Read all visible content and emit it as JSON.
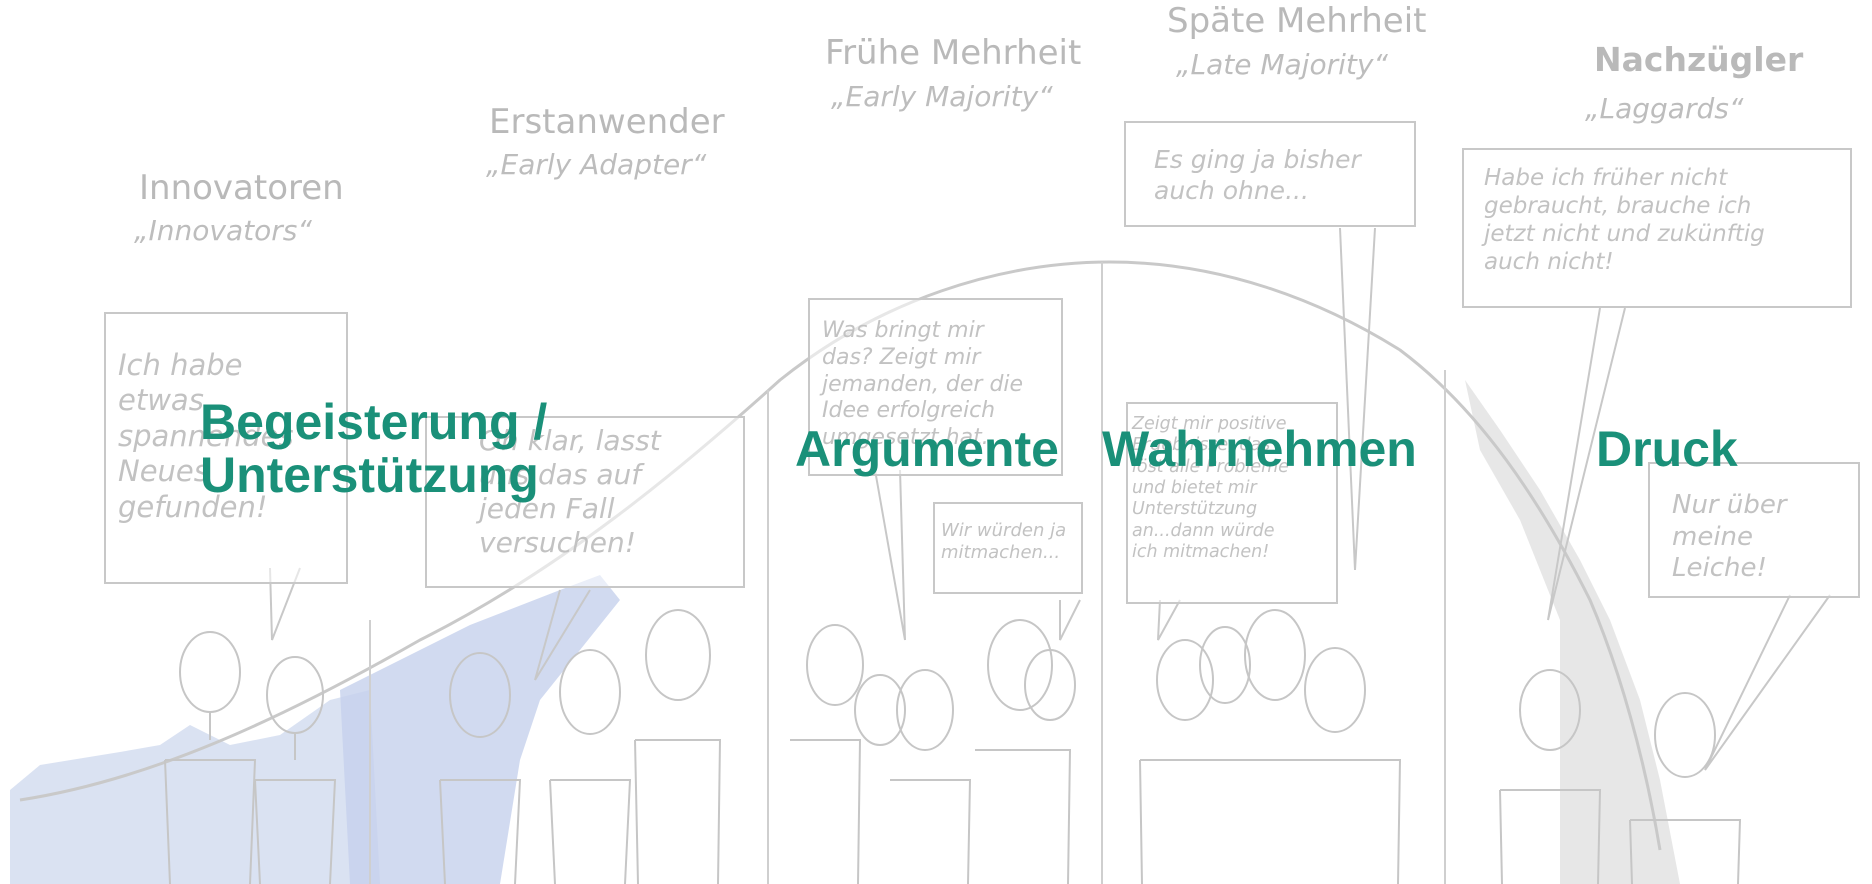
{
  "segments": [
    {
      "title": "Innovatoren",
      "subtitle": "„Innovators“"
    },
    {
      "title": "Erstanwender",
      "subtitle": "„Early Adapter“"
    },
    {
      "title": "Frühe Mehrheit",
      "subtitle": "„Early Majority“"
    },
    {
      "title": "Späte Mehrheit",
      "subtitle": "„Late Majority“"
    },
    {
      "title": "Nachzügler",
      "subtitle": "„Laggards“"
    }
  ],
  "bubbles": {
    "innovators": "Ich habe\netwas\nspannendes\nNeues\ngefunden!",
    "early_adapter": "Oh klar, lasst\nuns das auf\njeden Fall\nversuchen!",
    "early_majority_1": "Was bringt mir\ndas? Zeigt mir\njemanden, der die\nIdee erfolgreich\numgesetzt hat.",
    "early_majority_2": "Wir würden ja\nmitmachen...",
    "late_majority_1": "Es ging ja bisher\nauch ohne...",
    "late_majority_2": "Zeigt mir positive\nErgebnisse, das\nlöst alle Probleme\nund bietet mir\nUnterstützung\nan...dann würde\nich mitmachen!",
    "laggards_1": "Habe ich früher nicht\ngebraucht, brauche ich\njetzt nicht und zukünftig\nauch nicht!",
    "laggards_2": "Nur über\nmeine Leiche!"
  },
  "overlay_labels": {
    "begeisterung": "Begeisterung /\nUnterstützung",
    "argumente": "Argumente",
    "wahrnehmen": "Wahrnehmen",
    "druck": "Druck"
  },
  "colors": {
    "accent": "#1a9079",
    "watercolor_blue": "#c9d4ec",
    "watercolor_gray": "#e6e6e6",
    "sketch": "#c8c8c8"
  }
}
